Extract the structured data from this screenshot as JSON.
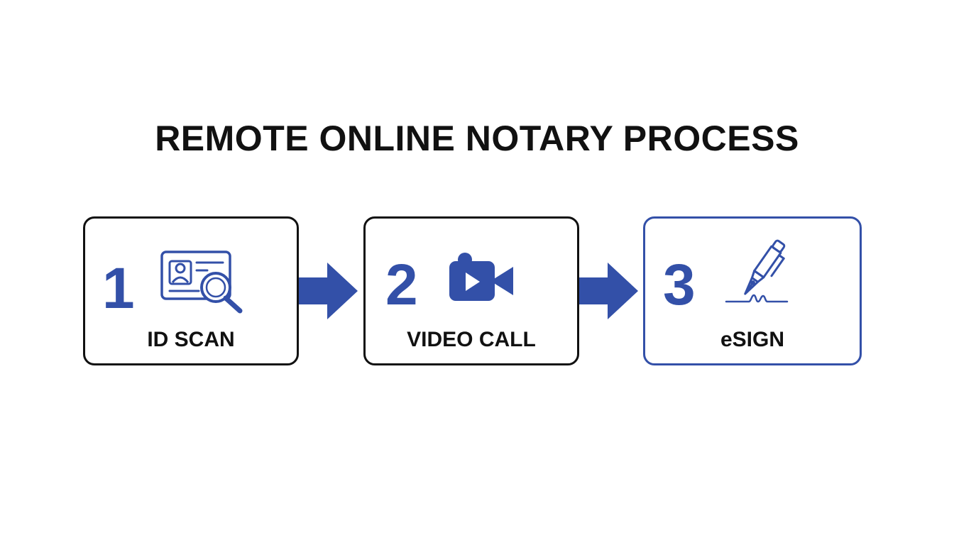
{
  "title": "REMOTE ONLINE NOTARY PROCESS",
  "colors": {
    "accent": "#3350a8",
    "text": "#111111",
    "box_border_dark": "#111111",
    "box_border_accent": "#3350a8",
    "background": "#ffffff"
  },
  "steps": [
    {
      "number": "1",
      "label": "ID SCAN",
      "icon": "id-card-magnifier-icon"
    },
    {
      "number": "2",
      "label": "VIDEO CALL",
      "icon": "video-camera-icon"
    },
    {
      "number": "3",
      "label": "eSIGN",
      "icon": "fountain-pen-signature-icon"
    }
  ]
}
